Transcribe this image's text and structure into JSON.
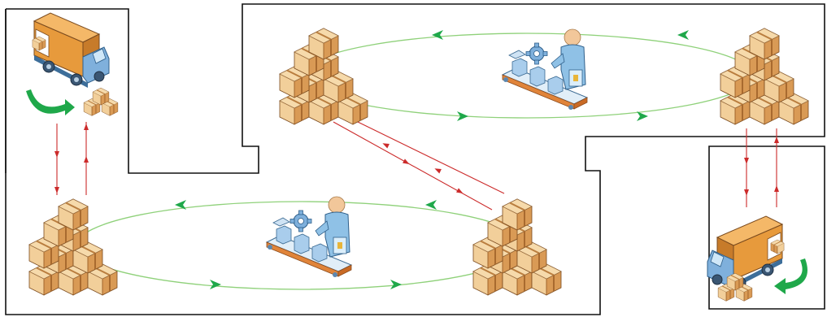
{
  "diagram": {
    "kind": "logistics-flow",
    "nodes": [
      {
        "id": "truck-unload",
        "kind": "delivery-truck",
        "icon": "truck-unloading-icon"
      },
      {
        "id": "boxes-top-left",
        "kind": "box-stack",
        "icon": "box-pyramid-icon"
      },
      {
        "id": "worker-top",
        "kind": "assembly-worker",
        "icon": "conveyor-worker-icon"
      },
      {
        "id": "boxes-top-right",
        "kind": "box-stack",
        "icon": "box-pyramid-icon"
      },
      {
        "id": "boxes-bottom-left",
        "kind": "box-stack",
        "icon": "box-pyramid-icon"
      },
      {
        "id": "worker-bottom",
        "kind": "assembly-worker",
        "icon": "conveyor-worker-icon"
      },
      {
        "id": "boxes-bottom-right",
        "kind": "box-stack",
        "icon": "box-pyramid-icon"
      },
      {
        "id": "truck-load",
        "kind": "delivery-truck",
        "icon": "truck-loading-icon"
      }
    ],
    "cycles": [
      {
        "id": "top-cycle",
        "nodes": [
          "boxes-top-left",
          "worker-top",
          "boxes-top-right"
        ]
      },
      {
        "id": "bottom-cycle",
        "nodes": [
          "boxes-bottom-left",
          "worker-bottom",
          "boxes-bottom-right"
        ]
      }
    ],
    "links": [
      {
        "from": "truck-unload",
        "to": "boxes-bottom-left"
      },
      {
        "from": "boxes-bottom-left",
        "to": "truck-unload"
      },
      {
        "from": "boxes-top-left",
        "to": "boxes-bottom-right"
      },
      {
        "from": "boxes-bottom-right",
        "to": "boxes-top-left"
      },
      {
        "from": "boxes-top-right",
        "to": "truck-load"
      },
      {
        "from": "truck-load",
        "to": "boxes-top-right"
      }
    ],
    "colors": {
      "link": "#cc2b2b",
      "cycle_line": "#8fd17a",
      "cycle_arrow": "#1fa84a",
      "box_light": "#f2cf9a",
      "box_mid": "#d99a55",
      "box_dark": "#a86a2f",
      "truck_cab": "#7fb0dc",
      "cargo": "#e79a3c",
      "worker": "#8fc1e6",
      "border": "#111111"
    }
  }
}
